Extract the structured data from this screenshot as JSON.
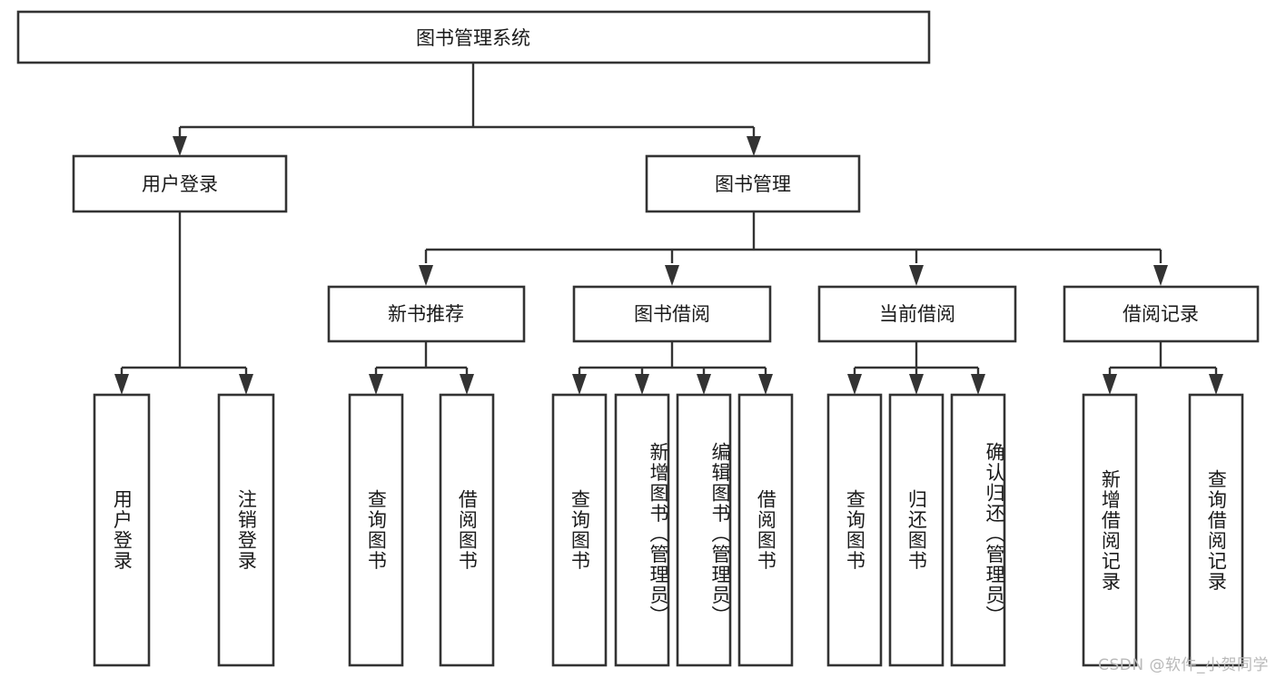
{
  "diagram": {
    "type": "tree-hierarchy-chart",
    "title": "图书管理系统",
    "background_color": "#ffffff",
    "box_stroke_color": "#333333",
    "box_fill_color": "#ffffff",
    "text_color": "#1a1a1a",
    "root": {
      "id": "root",
      "label": "图书管理系统",
      "orientation": "horizontal"
    },
    "level2": [
      {
        "id": "user-login",
        "label": "用户登录",
        "orientation": "horizontal"
      },
      {
        "id": "book-management",
        "label": "图书管理",
        "orientation": "horizontal"
      }
    ],
    "level3": [
      {
        "id": "new-book-recommend",
        "label": "新书推荐",
        "orientation": "horizontal",
        "parent": "book-management"
      },
      {
        "id": "book-borrow",
        "label": "图书借阅",
        "orientation": "horizontal",
        "parent": "book-management"
      },
      {
        "id": "current-borrow",
        "label": "当前借阅",
        "orientation": "horizontal",
        "parent": "book-management"
      },
      {
        "id": "borrow-record",
        "label": "借阅记录",
        "orientation": "horizontal",
        "parent": "book-management"
      }
    ],
    "leaves": [
      {
        "id": "leaf-user-login",
        "label": "用户登录",
        "parent": "user-login",
        "orientation": "vertical"
      },
      {
        "id": "leaf-logout-login",
        "label": "注销登录",
        "parent": "user-login",
        "orientation": "vertical"
      },
      {
        "id": "leaf-query-book-1",
        "label": "查询图书",
        "parent": "new-book-recommend",
        "orientation": "vertical"
      },
      {
        "id": "leaf-borrow-book-1",
        "label": "借阅图书",
        "parent": "new-book-recommend",
        "orientation": "vertical"
      },
      {
        "id": "leaf-query-book-2",
        "label": "查询图书",
        "parent": "book-borrow",
        "orientation": "vertical"
      },
      {
        "id": "leaf-add-book",
        "label": "新增图书（管理员）",
        "parent": "book-borrow",
        "orientation": "vertical"
      },
      {
        "id": "leaf-edit-book",
        "label": "编辑图书（管理员）",
        "parent": "book-borrow",
        "orientation": "vertical"
      },
      {
        "id": "leaf-borrow-book-2",
        "label": "借阅图书",
        "parent": "book-borrow",
        "orientation": "vertical"
      },
      {
        "id": "leaf-query-book-3",
        "label": "查询图书",
        "parent": "current-borrow",
        "orientation": "vertical"
      },
      {
        "id": "leaf-return-book",
        "label": "归还图书",
        "parent": "current-borrow",
        "orientation": "vertical"
      },
      {
        "id": "leaf-confirm-return",
        "label": "确认归还（管理员）",
        "parent": "current-borrow",
        "orientation": "vertical"
      },
      {
        "id": "leaf-add-record",
        "label": "新增借阅记录",
        "parent": "borrow-record",
        "orientation": "vertical"
      },
      {
        "id": "leaf-query-record",
        "label": "查询借阅记录",
        "parent": "borrow-record",
        "orientation": "vertical"
      }
    ]
  },
  "watermark": {
    "text": "CSDN @软件_小贺同学",
    "color": "#b9b9b9"
  }
}
